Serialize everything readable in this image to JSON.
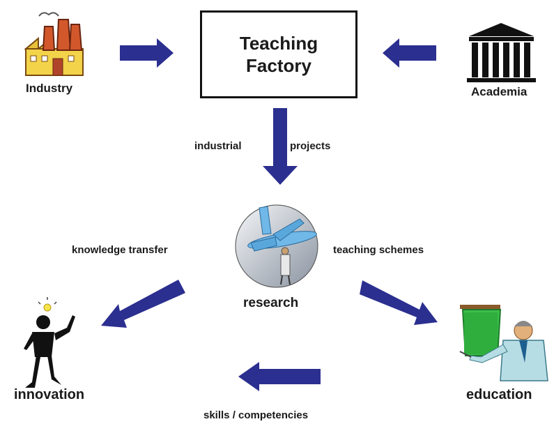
{
  "center_box": {
    "line1": "Teaching",
    "line2": "Factory"
  },
  "nodes": {
    "industry": "Industry",
    "academia": "Academia",
    "research": "research",
    "innovation": "innovation",
    "education": "education"
  },
  "edges": {
    "down_left": "industrial",
    "down_right": "projects",
    "to_innovation": "knowledge transfer",
    "to_education": "teaching schemes",
    "education_to_innovation": "skills / competencies"
  },
  "colors": {
    "arrow": "#2b2f8f",
    "text": "#1a1a1a",
    "box_border": "#111111"
  },
  "icons": [
    "factory-icon",
    "temple-icon",
    "airplane-scientist-icon",
    "idea-person-icon",
    "teacher-icon"
  ]
}
